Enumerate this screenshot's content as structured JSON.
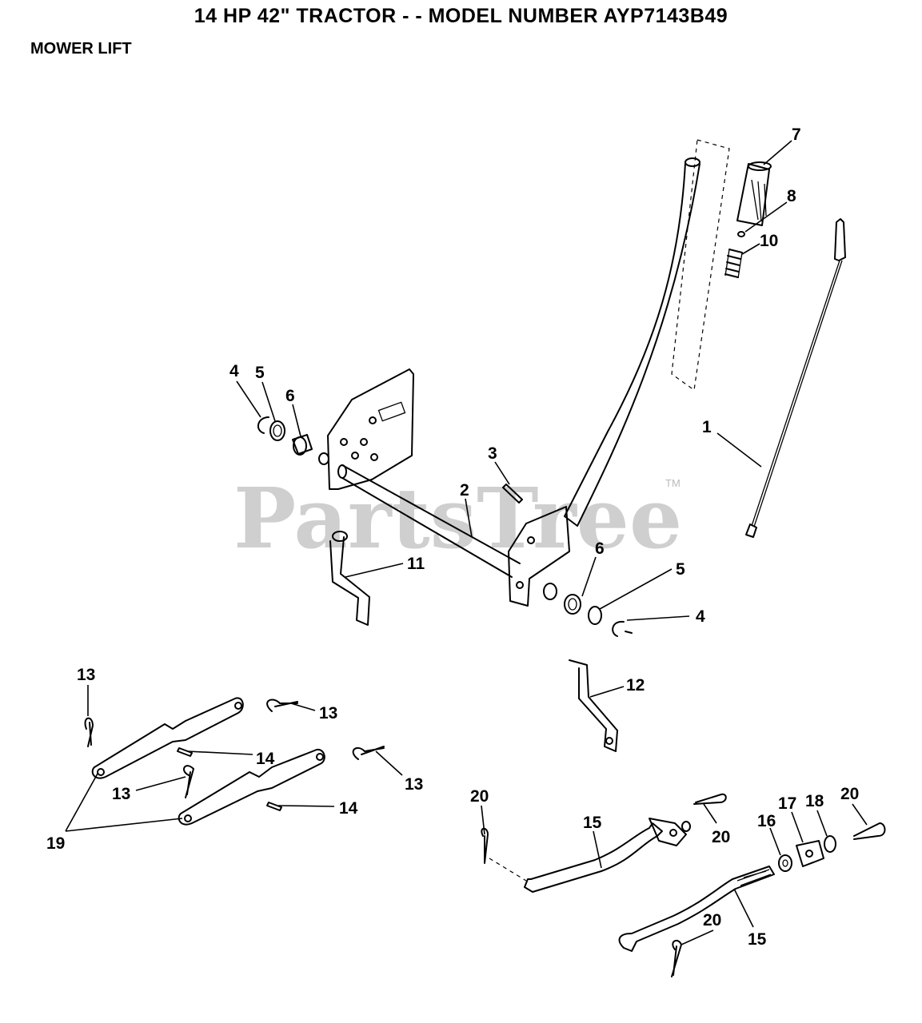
{
  "header": {
    "title": "14 HP 42\" TRACTOR - - MODEL NUMBER AYP7143B49",
    "section": "MOWER LIFT"
  },
  "watermark": {
    "text": "PartsTree",
    "trademark": "TM"
  },
  "callouts": [
    {
      "id": "c7",
      "label": "7"
    },
    {
      "id": "c8",
      "label": "8"
    },
    {
      "id": "c10",
      "label": "10"
    },
    {
      "id": "c1",
      "label": "1"
    },
    {
      "id": "c4a",
      "label": "4"
    },
    {
      "id": "c5a",
      "label": "5"
    },
    {
      "id": "c6a",
      "label": "6"
    },
    {
      "id": "c3",
      "label": "3"
    },
    {
      "id": "c2",
      "label": "2"
    },
    {
      "id": "c11",
      "label": "11"
    },
    {
      "id": "c6b",
      "label": "6"
    },
    {
      "id": "c5b",
      "label": "5"
    },
    {
      "id": "c4b",
      "label": "4"
    },
    {
      "id": "c12",
      "label": "12"
    },
    {
      "id": "c13a",
      "label": "13"
    },
    {
      "id": "c13b",
      "label": "13"
    },
    {
      "id": "c14a",
      "label": "14"
    },
    {
      "id": "c13c",
      "label": "13"
    },
    {
      "id": "c13d",
      "label": "13"
    },
    {
      "id": "c14b",
      "label": "14"
    },
    {
      "id": "c19",
      "label": "19"
    },
    {
      "id": "c20a",
      "label": "20"
    },
    {
      "id": "c15a",
      "label": "15"
    },
    {
      "id": "c20b",
      "label": "20"
    },
    {
      "id": "c16",
      "label": "16"
    },
    {
      "id": "c17",
      "label": "17"
    },
    {
      "id": "c18",
      "label": "18"
    },
    {
      "id": "c20c",
      "label": "20"
    },
    {
      "id": "c20d",
      "label": "20"
    },
    {
      "id": "c15b",
      "label": "15"
    }
  ]
}
